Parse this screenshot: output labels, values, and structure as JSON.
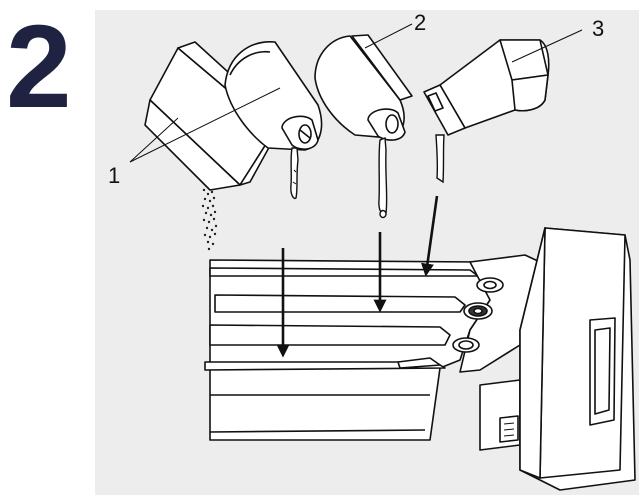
{
  "step": {
    "number": "2"
  },
  "callouts": {
    "label_1": "1",
    "label_2": "2",
    "label_3": "3"
  },
  "colors": {
    "step_number": "#1f2240",
    "panel_background": "#ededed",
    "line": "#111111",
    "fill": "#ffffff"
  }
}
